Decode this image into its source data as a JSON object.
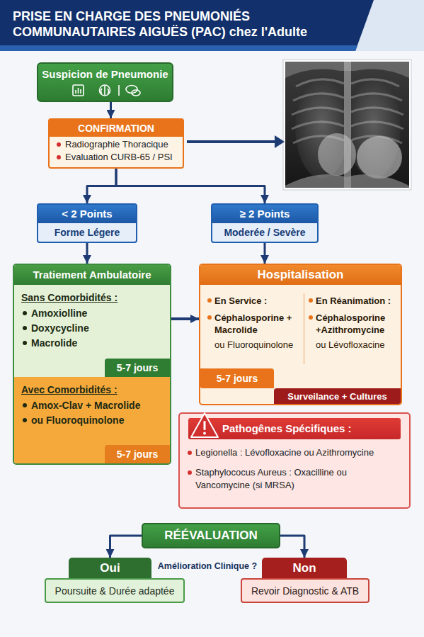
{
  "diagram": {
    "title": "PRISE EN CHARGE DES PNEUMONIÉS COMMUNAUTAIRES AIGUËS (PAC) chez l'Adulte",
    "nodes": [
      {
        "text": [
          "Suspicion de Pneumonie"
        ]
      },
      {
        "text": [
          "CONFIRMATION",
          "Radiographie Thoracique",
          "Evaluation CURB-65 / PSI"
        ]
      },
      {
        "text": [
          "< 2 Points",
          "Forme Légere"
        ]
      },
      {
        "text": [
          "≥ 2 Points",
          "Moderée / Sevère"
        ]
      },
      {
        "text": [
          "Tratiement Ambulatoire"
        ]
      },
      {
        "text": [
          "Sans Comorbidités :",
          "Amoxiolline",
          "Doxycycline",
          "Macrolide"
        ],
        "in": 4
      },
      {
        "text": [
          "5-7 jours"
        ],
        "in": 5
      },
      {
        "text": [
          "Avec Comorbidités :",
          "Amox-Clav + Macrolide",
          "ou Fluoroquinolone"
        ],
        "in": 4
      },
      {
        "text": [
          "5-7 jours"
        ],
        "in": 7
      },
      {
        "text": [
          "Hospitalisation",
          "En Service :",
          "Céphalosporine + Macrolide",
          "ou Fluoroquinolone",
          "En Réanimation :",
          "Céphalosporine +Azithromycine",
          "ou Lévofloxacine"
        ]
      },
      {
        "text": [
          "5-7 jours"
        ],
        "in": 9
      },
      {
        "text": [
          "Surveilance + Cultures"
        ],
        "in": 9
      },
      {
        "text": [
          "Pathogênes Spécifiques :",
          "Legionella : Lévofloxacine ou Azithromycine",
          "Staphylococus Aureus : Oxacilline ou Vancomycine (si MRSA)"
        ]
      },
      {
        "text": [
          "RÉÉVALUATION"
        ]
      },
      {
        "text": [
          "Oui"
        ]
      },
      {
        "text": [
          "Poursuite & Durée adaptée"
        ]
      },
      {
        "text": [
          "Non"
        ]
      },
      {
        "text": [
          "Revoir Diagnostic & ATB"
        ]
      }
    ],
    "edges": [
      {
        "from": 0,
        "to": 1,
        "arrow": "to"
      },
      {
        "from": 1,
        "to": 2,
        "arrow": "to"
      },
      {
        "from": 1,
        "to": 3,
        "arrow": "to"
      },
      {
        "from": 2,
        "to": 4,
        "arrow": "to"
      },
      {
        "from": 3,
        "to": 9,
        "arrow": "to"
      },
      {
        "from": 4,
        "to": 9,
        "arrow": "to"
      },
      {
        "from": 13,
        "to": 14,
        "arrow": "to"
      },
      {
        "from": 13,
        "to": 16,
        "arrow": "to"
      }
    ],
    "labels": [
      "Amélioration Clinique ?"
    ]
  }
}
